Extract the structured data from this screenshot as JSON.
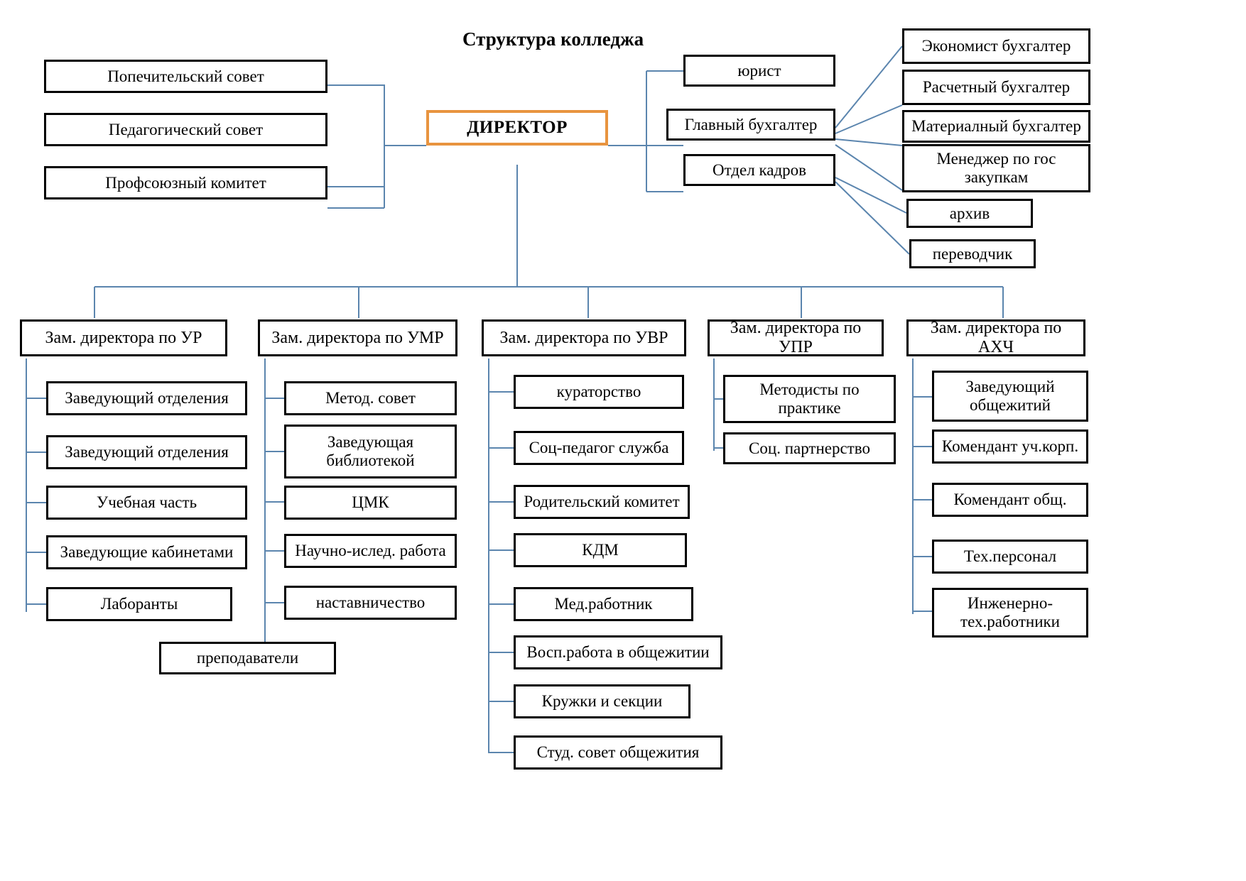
{
  "chart_data": {
    "type": "diagram",
    "title": "Структура колледжа",
    "accent_color": "#E8943F",
    "connector_color": "#5B85AE",
    "box_border_color": "#000000",
    "background": "#ffffff"
  },
  "title": "Структура колледжа",
  "root": {
    "label": "ДИРЕКТОР"
  },
  "advisory": [
    {
      "label": "Попечительский совет"
    },
    {
      "label": "Педагогический совет"
    },
    {
      "label": "Профсоюзный  комитет"
    }
  ],
  "staff": [
    {
      "label": "юрист"
    },
    {
      "label": "Главный бухгалтер"
    },
    {
      "label": "Отдел кадров"
    }
  ],
  "accounting": [
    {
      "label": "Экономист бухгалтер"
    },
    {
      "label": "Расчетный бухгалтер"
    },
    {
      "label": "Материалный бухгалтер"
    },
    {
      "label": "Менеджер по гос закупкам"
    }
  ],
  "hr_units": [
    {
      "label": "архив"
    },
    {
      "label": "переводчик"
    }
  ],
  "deputies": [
    {
      "label": "Зам. директора по УР",
      "children": [
        {
          "label": "Заведующий отделения"
        },
        {
          "label": "Заведующий отделения"
        },
        {
          "label": "Учебная часть"
        },
        {
          "label": "Заведующие  кабинетами"
        },
        {
          "label": "Лаборанты"
        }
      ]
    },
    {
      "label": "Зам. директора по УМР",
      "children": [
        {
          "label": "Метод. совет"
        },
        {
          "label": "Заведующая библиотекой"
        },
        {
          "label": "ЦМК"
        },
        {
          "label": "Научно-ислед. работа"
        },
        {
          "label": "наставничество"
        },
        {
          "label": "преподаватели"
        }
      ]
    },
    {
      "label": "Зам. директора по УВР",
      "children": [
        {
          "label": "кураторство"
        },
        {
          "label": "Соц-педагог служба"
        },
        {
          "label": "Родительский комитет"
        },
        {
          "label": "КДМ"
        },
        {
          "label": "Мед.работник"
        },
        {
          "label": "Восп.работа в общежитии"
        },
        {
          "label": "Кружки и секции"
        },
        {
          "label": "Студ. совет общежития"
        }
      ]
    },
    {
      "label": "Зам. директора по УПР",
      "children": [
        {
          "label": "Методисты по практике"
        },
        {
          "label": "Соц. партнерство"
        }
      ]
    },
    {
      "label": "Зам. директора по АХЧ",
      "children": [
        {
          "label": "Заведующий общежитий"
        },
        {
          "label": "Комендант уч.корп."
        },
        {
          "label": "Комендант общ."
        },
        {
          "label": "Тех.персонал"
        },
        {
          "label": "Инженерно-тех.работники"
        }
      ]
    }
  ]
}
